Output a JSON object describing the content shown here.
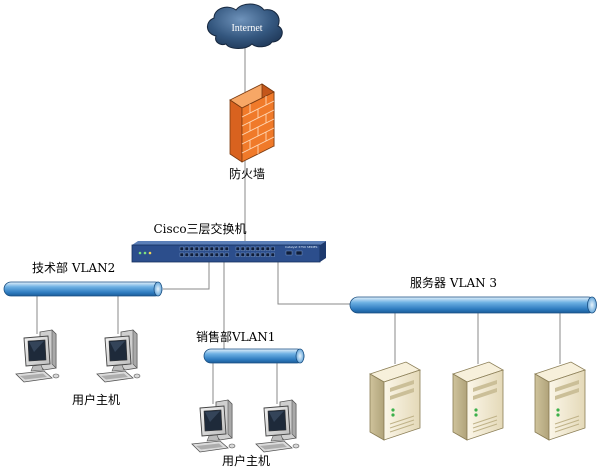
{
  "cloud": {
    "label": "Internet"
  },
  "firewall": {
    "label": "防火墙"
  },
  "core_switch": {
    "label": "Cisco三层交换机",
    "badge": "Catalyst 3750 SERIES"
  },
  "vlans": [
    {
      "id": "tech",
      "label": "技术部 VLAN2",
      "hosts_label": "用户主机"
    },
    {
      "id": "sales",
      "label": "销售部VLAN1",
      "hosts_label": "用户主机"
    },
    {
      "id": "server",
      "label": "服务器 VLAN 3"
    }
  ],
  "colors": {
    "bus_fill": "#3f8fd0",
    "bus_light": "#cfe6f8",
    "cloud": "#2c4d73",
    "firewall": "#f07a2a",
    "switch": "#2c4e8c",
    "wire": "#8a8a8a"
  }
}
